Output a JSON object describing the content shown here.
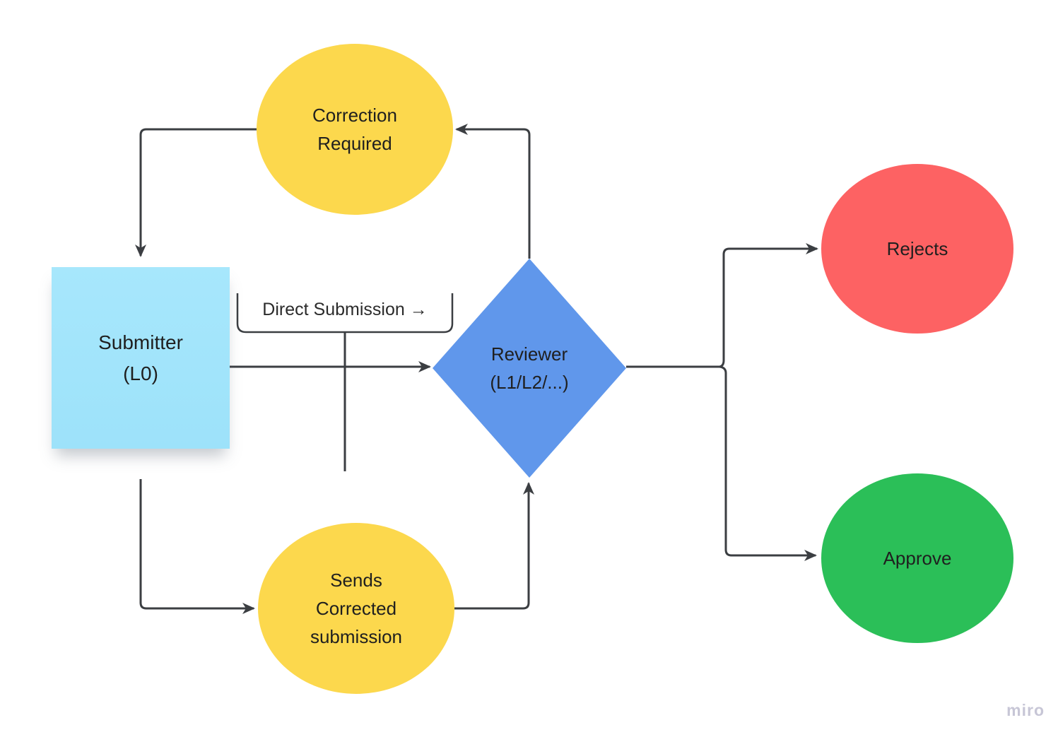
{
  "app": {
    "watermark": "miro"
  },
  "diagram": {
    "type": "flowchart",
    "nodes": {
      "correction_required": {
        "shape": "ellipse",
        "color": "#fcd84d",
        "label": "Correction Required",
        "lines": [
          "Correction",
          "Required"
        ]
      },
      "submitter": {
        "shape": "sticky-note",
        "color": "#a0e4fb",
        "label": "Submitter (L0)",
        "lines": [
          "Submitter",
          "(L0)"
        ]
      },
      "reviewer": {
        "shape": "diamond",
        "color": "#6097eb",
        "label": "Reviewer (L1/L2/...)",
        "lines": [
          "Reviewer",
          "(L1/L2/...)"
        ]
      },
      "rejects": {
        "shape": "ellipse",
        "color": "#fd6263",
        "label": "Rejects",
        "lines": [
          "Rejects"
        ]
      },
      "approve": {
        "shape": "ellipse",
        "color": "#2bbf58",
        "label": "Approve",
        "lines": [
          "Approve"
        ]
      },
      "sends_corrected": {
        "shape": "ellipse",
        "color": "#fcd84d",
        "label": "Sends Corrected submission",
        "lines": [
          "Sends",
          "Corrected",
          "submission"
        ]
      }
    },
    "edge_labels": {
      "direct_submission": "Direct Submission →"
    },
    "edges": [
      {
        "from": "submitter",
        "to": "reviewer",
        "label": "Direct Submission →"
      },
      {
        "from": "reviewer",
        "to": "correction_required"
      },
      {
        "from": "correction_required",
        "to": "submitter"
      },
      {
        "from": "submitter",
        "to": "sends_corrected"
      },
      {
        "from": "sends_corrected",
        "to": "reviewer"
      },
      {
        "from": "reviewer",
        "to": "rejects"
      },
      {
        "from": "reviewer",
        "to": "approve"
      }
    ],
    "colors": {
      "node_yellow": "#fcd84d",
      "sticky_blue": "#a0e4fb",
      "diamond_blue": "#6097eb",
      "node_red": "#fd6263",
      "node_green": "#2bbf58",
      "connector": "#3b3e42",
      "text": "#1f1f1f",
      "watermark": "#c7c6d6"
    }
  }
}
